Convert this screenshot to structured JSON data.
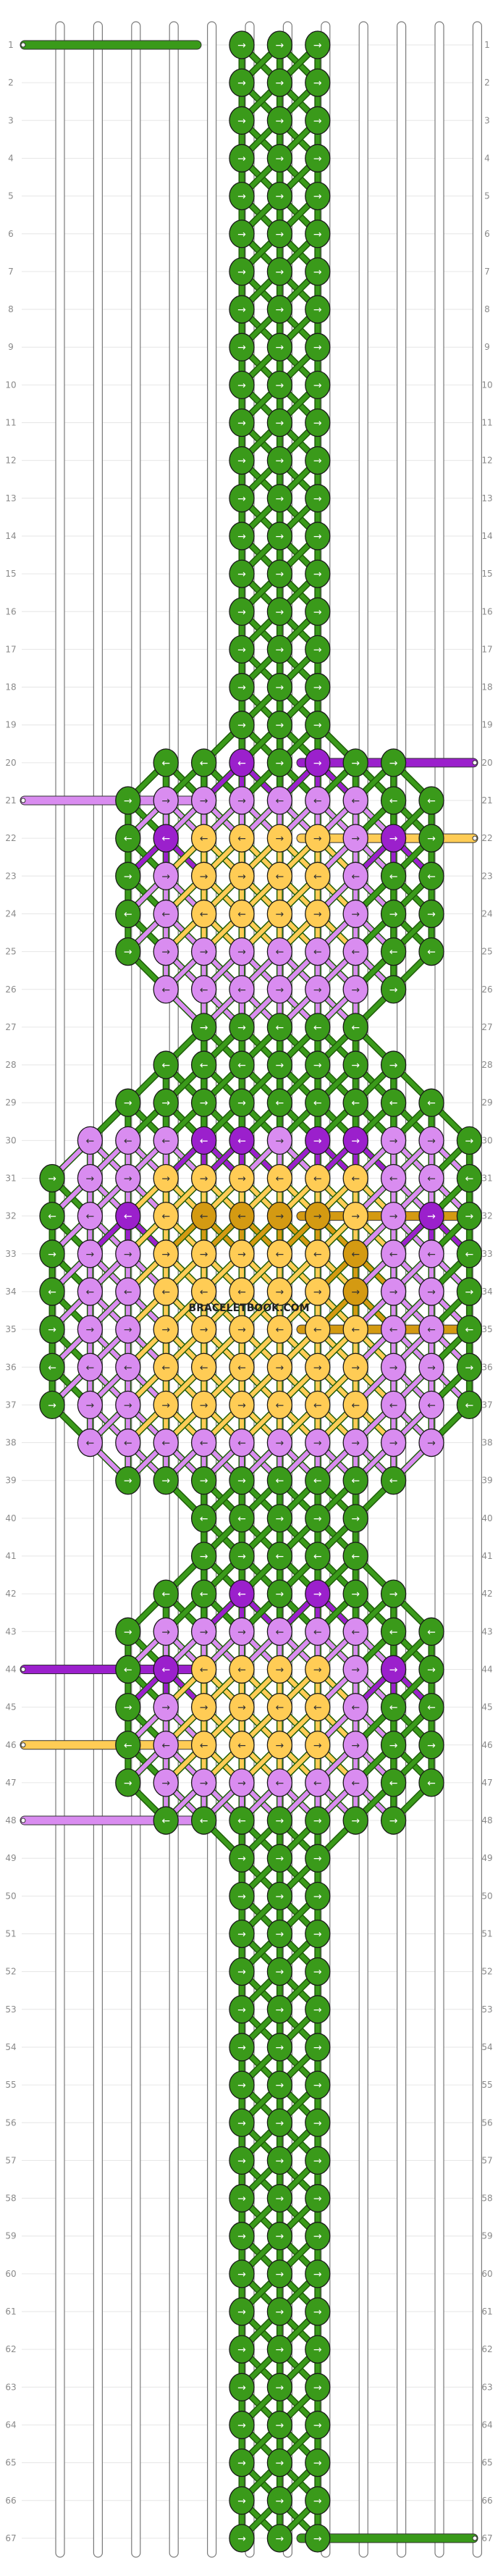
{
  "watermark": "BRACELETBOOK.COM",
  "row_count": 67,
  "string_count": 12,
  "colors": {
    "green": "#3a9a1a",
    "green_dark": "#1f5e0a",
    "purple": "#9b20cc",
    "violet": "#d98cf0",
    "yellow": "#ffcc55",
    "amber": "#d49a12",
    "white_string": "#ffffff",
    "string_outline": "#7a7a7a"
  },
  "end_strings": {
    "left": [
      {
        "row": 1,
        "color": "green"
      },
      {
        "row": 21,
        "color": "violet"
      },
      {
        "row": 44,
        "color": "purple"
      },
      {
        "row": 46,
        "color": "yellow"
      },
      {
        "row": 48,
        "color": "violet"
      }
    ],
    "right": [
      {
        "row": 20,
        "color": "purple"
      },
      {
        "row": 22,
        "color": "yellow"
      },
      {
        "row": 32,
        "color": "amber"
      },
      {
        "row": 35,
        "color": "amber"
      },
      {
        "row": 67,
        "color": "green"
      }
    ]
  },
  "knot_icon_names": [
    "arrow-right-knot",
    "arrow-left-knot"
  ],
  "blocks": {
    "top_band_rows": [
      1,
      19
    ],
    "motif_a_rows": [
      20,
      28
    ],
    "motif_b_rows": [
      29,
      39
    ],
    "motif_c_rows": [
      42,
      48
    ],
    "bottom_band_rows": [
      49,
      67
    ]
  }
}
